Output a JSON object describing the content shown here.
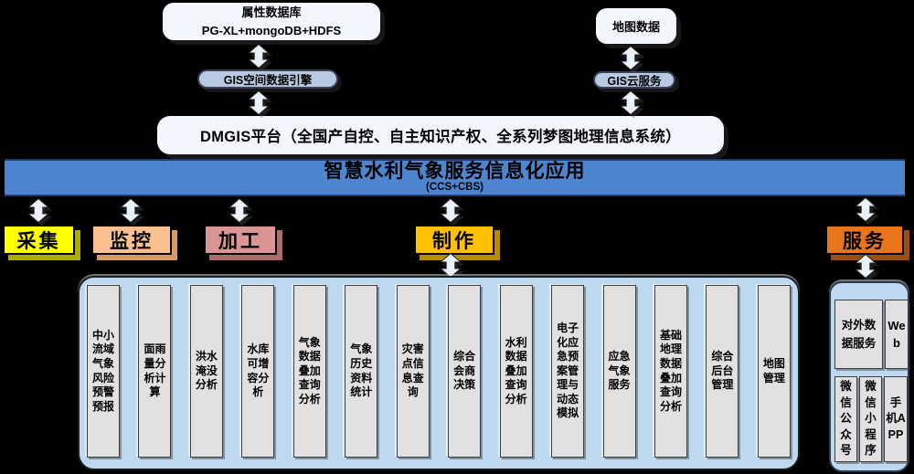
{
  "top": {
    "attr_db_line1": "属性数据库",
    "attr_db_line2": "PG-XL+mongoDB+HDFS",
    "map_data": "地图数据",
    "gis_engine": "GIS空间数据引擎",
    "gis_cloud": "GIS云服务",
    "dmgis": "DMGIS平台（全国产自控、自主知识产权、全系列梦图地理信息系统）"
  },
  "app_bar": {
    "title": "智慧水利气象服务信息化应用",
    "subtitle": "(CCS+CBS)"
  },
  "stages": [
    {
      "label": "采集",
      "color": "#FFFF00",
      "shadow": "#ADAD00"
    },
    {
      "label": "监控",
      "color": "#FAC090",
      "shadow": "#D79A5F"
    },
    {
      "label": "加工",
      "color": "#D99694",
      "shadow": "#AE6B69"
    },
    {
      "label": "制作",
      "color": "#FFC000",
      "shadow": "#B88B00"
    },
    {
      "label": "服务",
      "color": "#E8751A",
      "shadow": "#9E4E0E"
    }
  ],
  "modules": [
    "中小流域气象风险预警预报",
    "面雨量分析计算",
    "洪水淹没分析",
    "水库可增容分析",
    "气象数据叠加查询分析",
    "气象历史资料统计",
    "灾害点信息查询",
    "综合会商决策",
    "水利数据叠加查询分析",
    "电子化应急预案管理与动态模拟",
    "应急气象服务",
    "基础地理数据叠加查询分析",
    "综合后台管理",
    "地图管理"
  ],
  "services_panel": {
    "external_data": "对外数据服务",
    "web": "Web",
    "wechat_official": "微信公众号",
    "wechat_mini": "微信小程序",
    "mobile_app": "手机APP"
  },
  "colors": {
    "background": "#000000",
    "app_bar": "#4E85CE",
    "pill": "#B7C9E3",
    "panel": "#BED8F0",
    "module_box": "#E2E0E0",
    "white_box": "#F3F7FD"
  }
}
